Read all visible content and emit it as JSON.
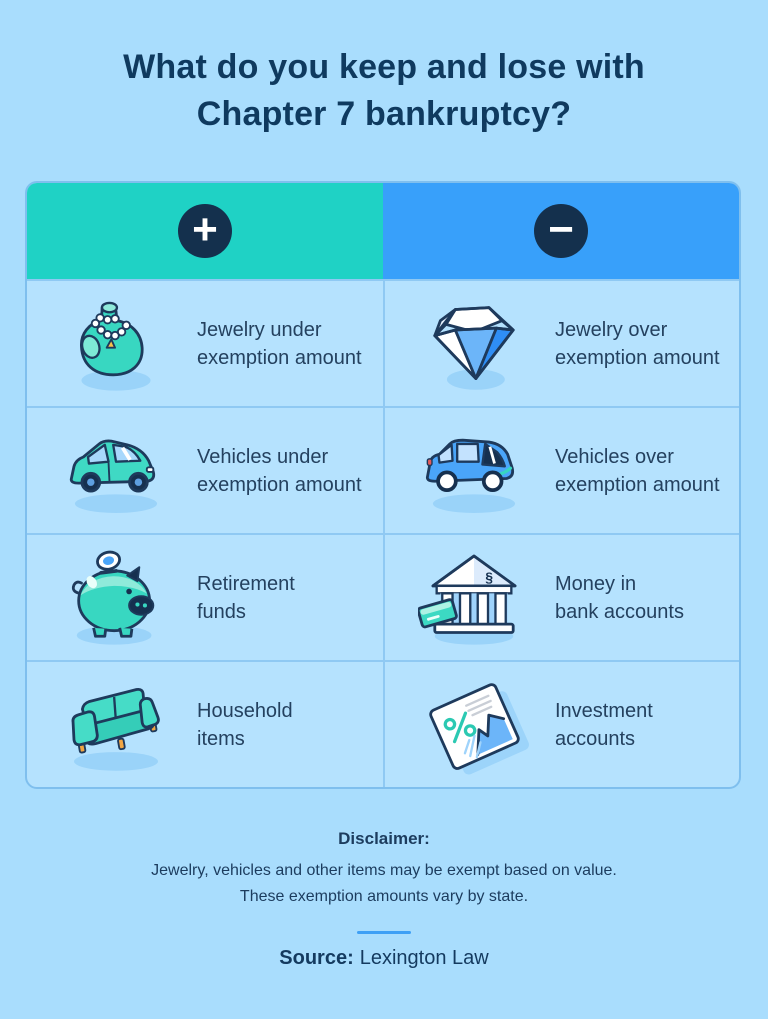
{
  "colors": {
    "background": "#A9DDFD",
    "cell_background": "#B5E2FE",
    "keep_header": "#1FD2C5",
    "lose_header": "#38A0FA",
    "badge": "#14304D",
    "navy_text": "#0F3A5F",
    "divider": "#3FA0F5",
    "teal_icon": "#38D7C1",
    "blue_icon": "#4AA5F9"
  },
  "title": "What do you keep and lose with\nChapter 7 bankruptcy?",
  "table": {
    "keep_column": {
      "symbol": "+",
      "icon": "plus-icon"
    },
    "lose_column": {
      "symbol": "−",
      "icon": "minus-icon"
    },
    "rows": [
      {
        "keep": {
          "icon": "jewelry-bust-icon",
          "label": "Jewelry under\nexemption amount"
        },
        "lose": {
          "icon": "diamond-icon",
          "label": "Jewelry over\nexemption amount"
        }
      },
      {
        "keep": {
          "icon": "teal-car-icon",
          "label": "Vehicles under\nexemption amount"
        },
        "lose": {
          "icon": "blue-van-icon",
          "label": "Vehicles over\nexemption amount"
        }
      },
      {
        "keep": {
          "icon": "piggy-bank-icon",
          "label": "Retirement\nfunds"
        },
        "lose": {
          "icon": "bank-building-icon",
          "label": "Money in\nbank accounts"
        }
      },
      {
        "keep": {
          "icon": "couch-icon",
          "label": "Household\nitems"
        },
        "lose": {
          "icon": "investment-chart-icon",
          "label": "Investment\naccounts"
        }
      }
    ]
  },
  "footer": {
    "disclaimer_title": "Disclaimer:",
    "disclaimer_body": "Jewelry, vehicles and other items may be exempt based on value.\nThese exemption amounts vary by state.",
    "source_label": "Source:",
    "source_value": "Lexington Law"
  }
}
